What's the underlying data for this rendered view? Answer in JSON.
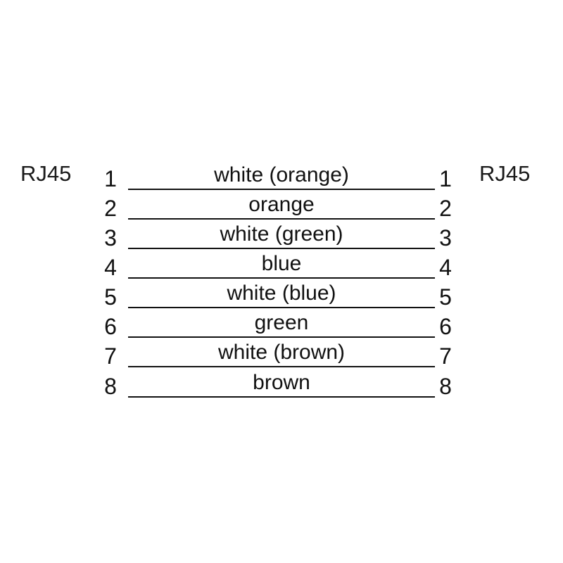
{
  "diagram": {
    "background_color": "#ffffff",
    "line_color": "#111111",
    "text_color": "#111111",
    "left_connector": "RJ45",
    "right_connector": "RJ45",
    "pins": [
      {
        "left_number": "1",
        "right_number": "1",
        "wire": "white (orange)"
      },
      {
        "left_number": "2",
        "right_number": "2",
        "wire": "orange"
      },
      {
        "left_number": "3",
        "right_number": "3",
        "wire": "white (green)"
      },
      {
        "left_number": "4",
        "right_number": "4",
        "wire": "blue"
      },
      {
        "left_number": "5",
        "right_number": "5",
        "wire": "white (blue)"
      },
      {
        "left_number": "6",
        "right_number": "6",
        "wire": "green"
      },
      {
        "left_number": "7",
        "right_number": "7",
        "wire": "white (brown)"
      },
      {
        "left_number": "8",
        "right_number": "8",
        "wire": "brown"
      }
    ]
  }
}
